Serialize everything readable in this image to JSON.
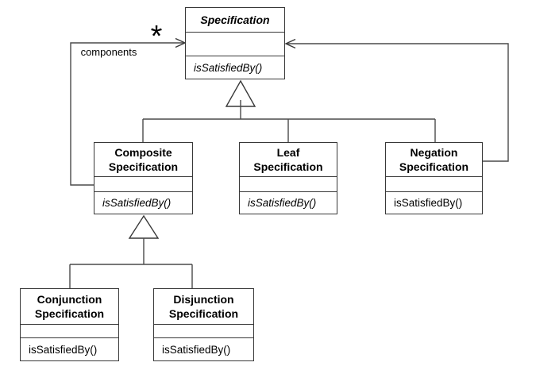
{
  "classes": {
    "specification": {
      "name": "Specification",
      "method": "isSatisfiedBy()"
    },
    "composite": {
      "name_line1": "Composite",
      "name_line2": "Specification",
      "method": "isSatisfiedBy()"
    },
    "leaf": {
      "name_line1": "Leaf",
      "name_line2": "Specification",
      "method": "isSatisfiedBy()"
    },
    "negation": {
      "name_line1": "Negation",
      "name_line2": "Specification",
      "method": "isSatisfiedBy()"
    },
    "conjunction": {
      "name_line1": "Conjunction",
      "name_line2": "Specification",
      "method": "isSatisfiedBy()"
    },
    "disjunction": {
      "name_line1": "Disjunction",
      "name_line2": "Specification",
      "method": "isSatisfiedBy()"
    }
  },
  "association": {
    "label": "components",
    "multiplicity": "*"
  },
  "colors": {
    "line": "#4a4a4a",
    "border": "#383838",
    "text": "#000000",
    "background": "#ffffff"
  }
}
